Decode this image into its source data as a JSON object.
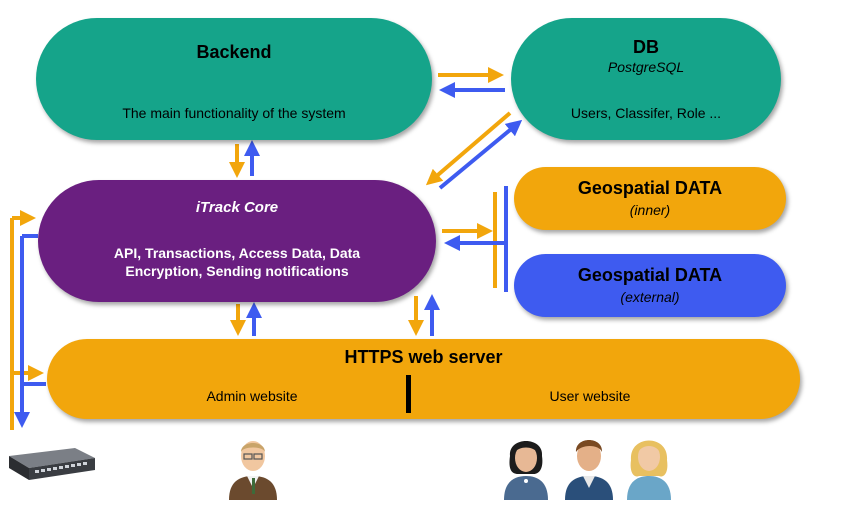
{
  "backend": {
    "title": "Backend",
    "description": "The main functionality of the system"
  },
  "db": {
    "title": "DB",
    "subtitle": "PostgreSQL",
    "description": "Users, Classifer, Role ..."
  },
  "core": {
    "title": "iTrack Core",
    "description_line1": "API, Transactions, Access Data, Data",
    "description_line2": "Encryption, Sending notifications"
  },
  "geo_inner": {
    "title": "Geospatial DATA",
    "subtitle": "(inner)"
  },
  "geo_external": {
    "title": "Geospatial DATA",
    "subtitle": "(external)"
  },
  "https": {
    "title": "HTTPS web server",
    "left_label": "Admin website",
    "right_label": "User website"
  },
  "colors": {
    "teal": "#15a48a",
    "purple": "#6a1f80",
    "orange": "#f2a60c",
    "blue": "#3e5bf0",
    "arrow_orange": "#f2a60c",
    "arrow_blue": "#3e5bf0"
  },
  "icons": [
    "network-switch-icon",
    "admin-user-icon",
    "female-user-icon",
    "male-user-icon",
    "blonde-user-icon"
  ]
}
